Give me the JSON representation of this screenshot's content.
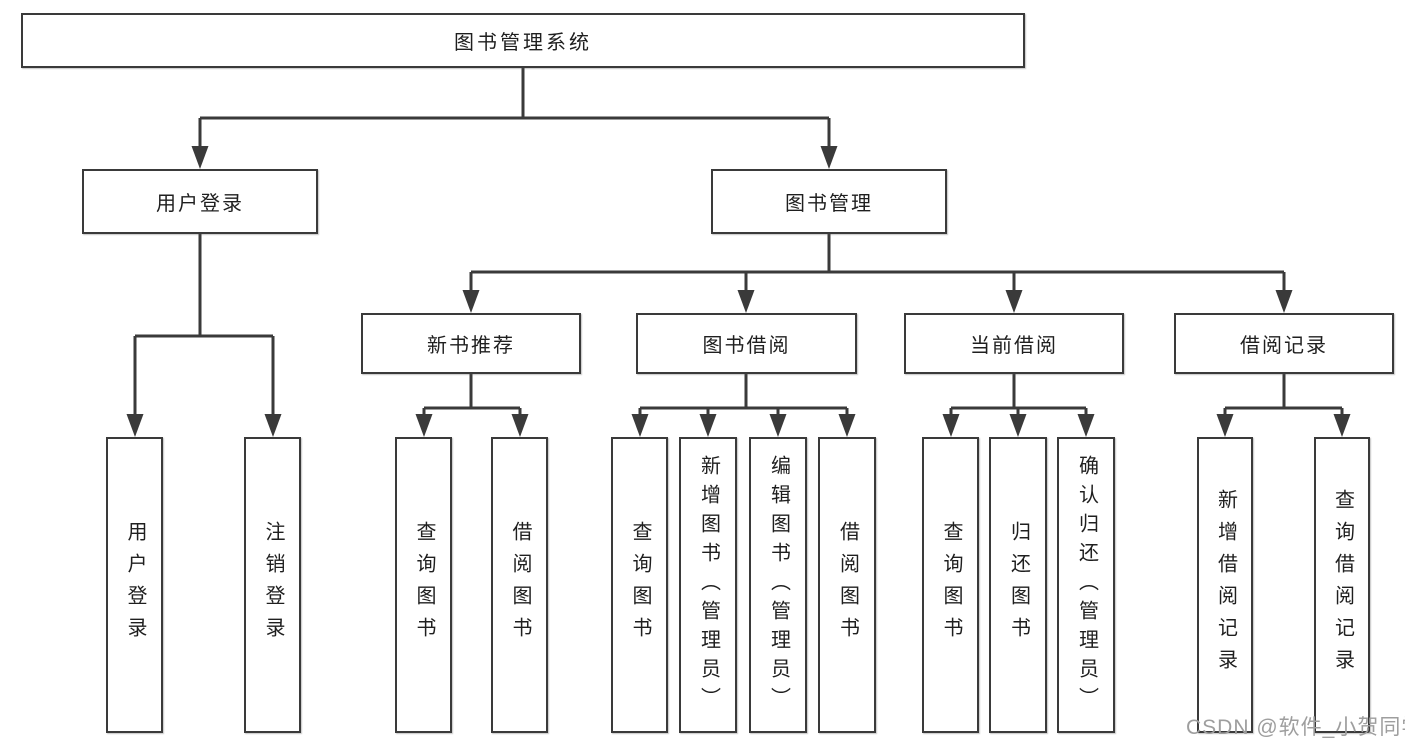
{
  "watermark": "CSDN @软件_小贺同学",
  "colors": {
    "line": "#3a3a3a",
    "box_border": "#3a3a3a",
    "text": "#1f1f1f",
    "watermark": "#9e9e9e",
    "background": "#ffffff"
  },
  "tree": {
    "root": {
      "label": "图书管理系统"
    },
    "branches": [
      {
        "label": "用户登录",
        "children": [
          {
            "label": "用户登录"
          },
          {
            "label": "注销登录"
          }
        ]
      },
      {
        "label": "图书管理",
        "children": [
          {
            "label": "新书推荐",
            "children": [
              {
                "label": "查询图书"
              },
              {
                "label": "借阅图书"
              }
            ]
          },
          {
            "label": "图书借阅",
            "children": [
              {
                "label": "查询图书"
              },
              {
                "label": "新增图书（管理员）"
              },
              {
                "label": "编辑图书（管理员）"
              },
              {
                "label": "借阅图书"
              }
            ]
          },
          {
            "label": "当前借阅",
            "children": [
              {
                "label": "查询图书"
              },
              {
                "label": "归还图书"
              },
              {
                "label": "确认归还（管理员）"
              }
            ]
          },
          {
            "label": "借阅记录",
            "children": [
              {
                "label": "新增借阅记录"
              },
              {
                "label": "查询借阅记录"
              }
            ]
          }
        ]
      }
    ]
  }
}
